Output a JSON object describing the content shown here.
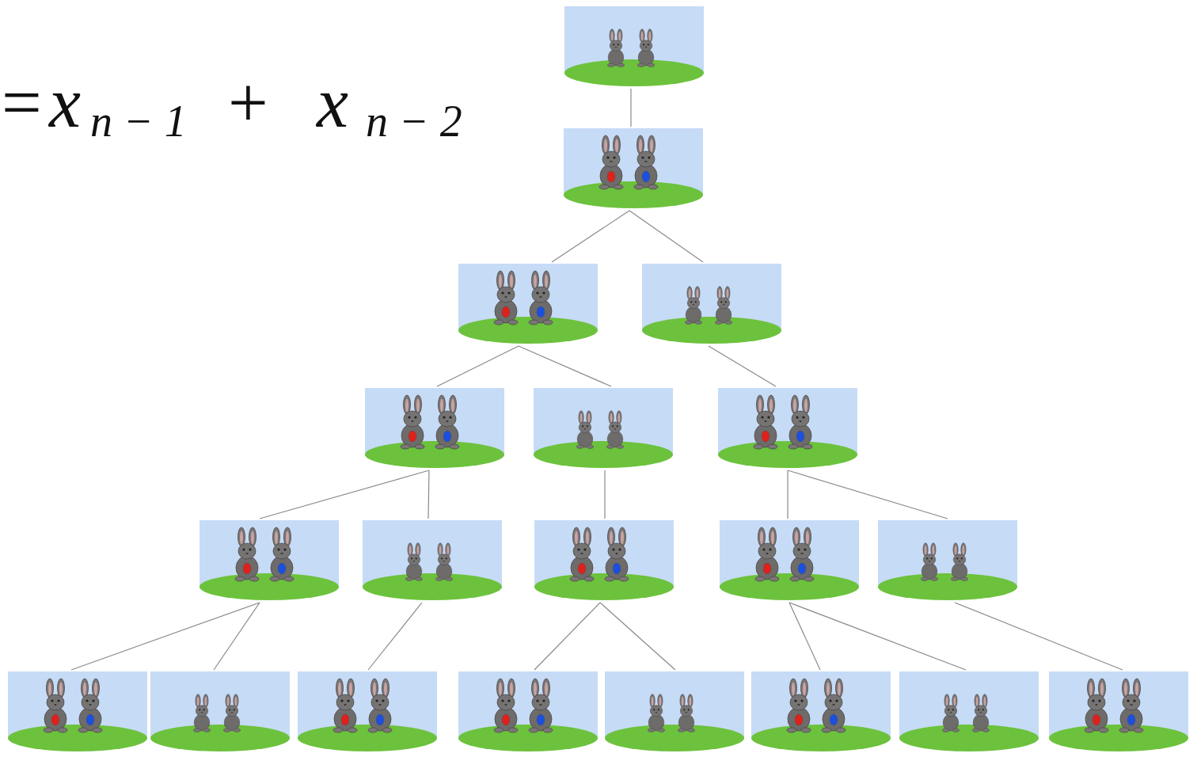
{
  "diagram": {
    "nodes": [
      {
        "text": []
      },
      {
        "text": []
      },
      {
        "text": []
      },
      {
        "text": []
      },
      {
        "text": []
      },
      {
        "text": []
      },
      {
        "text": []
      },
      {
        "text": []
      },
      {
        "text": []
      },
      {
        "text": []
      },
      {
        "text": []
      },
      {
        "text": []
      },
      {
        "text": []
      },
      {
        "text": []
      },
      {
        "text": []
      },
      {
        "text": []
      },
      {
        "text": []
      },
      {
        "text": []
      },
      {
        "text": []
      },
      {
        "text": []
      }
    ],
    "edges": [
      {
        "from": 0,
        "to": 1,
        "arrow": "none"
      },
      {
        "from": 1,
        "to": 2,
        "arrow": "none"
      },
      {
        "from": 1,
        "to": 3,
        "arrow": "none"
      },
      {
        "from": 2,
        "to": 4,
        "arrow": "none"
      },
      {
        "from": 2,
        "to": 5,
        "arrow": "none"
      },
      {
        "from": 3,
        "to": 6,
        "arrow": "none"
      },
      {
        "from": 4,
        "to": 7,
        "arrow": "none"
      },
      {
        "from": 4,
        "to": 8,
        "arrow": "none"
      },
      {
        "from": 5,
        "to": 9,
        "arrow": "none"
      },
      {
        "from": 6,
        "to": 10,
        "arrow": "none"
      },
      {
        "from": 6,
        "to": 11,
        "arrow": "none"
      },
      {
        "from": 7,
        "to": 12,
        "arrow": "none"
      },
      {
        "from": 7,
        "to": 13,
        "arrow": "none"
      },
      {
        "from": 8,
        "to": 14,
        "arrow": "none"
      },
      {
        "from": 9,
        "to": 15,
        "arrow": "none"
      },
      {
        "from": 9,
        "to": 16,
        "arrow": "none"
      },
      {
        "from": 10,
        "to": 17,
        "arrow": "none"
      },
      {
        "from": 10,
        "to": 18,
        "arrow": "none"
      },
      {
        "from": 11,
        "to": 19,
        "arrow": "none"
      }
    ],
    "labels": [
      "=",
      "x",
      "n−1",
      "+",
      "x",
      "n−2"
    ]
  }
}
